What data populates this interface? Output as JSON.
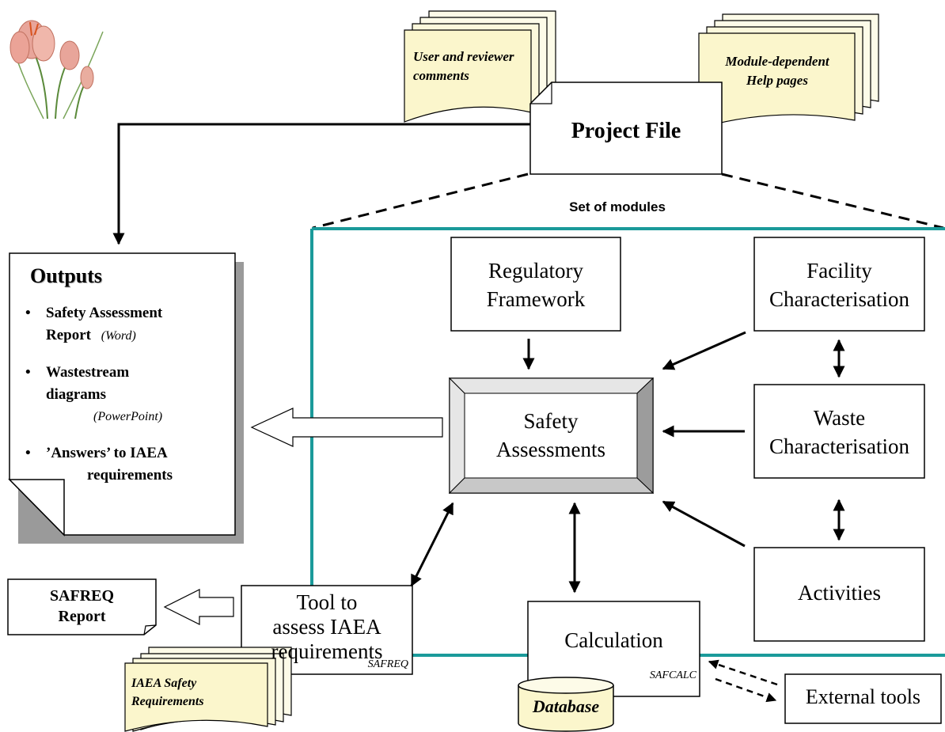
{
  "project_file": "Project File",
  "set_of_modules": "Set of modules",
  "comments_doc": {
    "line1": "User and reviewer",
    "line2": "comments"
  },
  "help_doc": {
    "line1": "Module-dependent",
    "line2": "Help pages"
  },
  "outputs": {
    "title": "Outputs",
    "item1_line1": "Safety Assessment",
    "item1_line2": "Report",
    "item1_note": "(Word)",
    "item2_line1": "Wastestream",
    "item2_line2": "diagrams",
    "item2_note": "(PowerPoint)",
    "item3_line1": "’Answers’ to IAEA",
    "item3_line2": "requirements",
    "bullet": "•"
  },
  "regulatory": {
    "line1": "Regulatory",
    "line2": "Framework"
  },
  "facility": {
    "line1": "Facility",
    "line2": "Characterisation"
  },
  "safety": {
    "line1": "Safety",
    "line2": "Assessments"
  },
  "waste": {
    "line1": "Waste",
    "line2": "Characterisation"
  },
  "activities": "Activities",
  "tool": {
    "line1": "Tool to",
    "line2": "assess IAEA",
    "line3": "requirements",
    "tag": "SAFREQ"
  },
  "safreq_report": {
    "line1": "SAFREQ",
    "line2": "Report"
  },
  "iaea_doc": {
    "line1": "IAEA Safety",
    "line2": "Requirements"
  },
  "calculation": {
    "label": "Calculation",
    "tag": "SAFCALC"
  },
  "database": "Database",
  "external_tools": "External tools",
  "colors": {
    "module_border": "#1a9a9a",
    "doc_fill": "#fbf6cc",
    "shadow": "#9a9a9a",
    "bevel_dark": "#9c9c9c",
    "bevel_light": "#e6e6e6"
  },
  "icons": {
    "logo": "crocus-flower-icon"
  }
}
